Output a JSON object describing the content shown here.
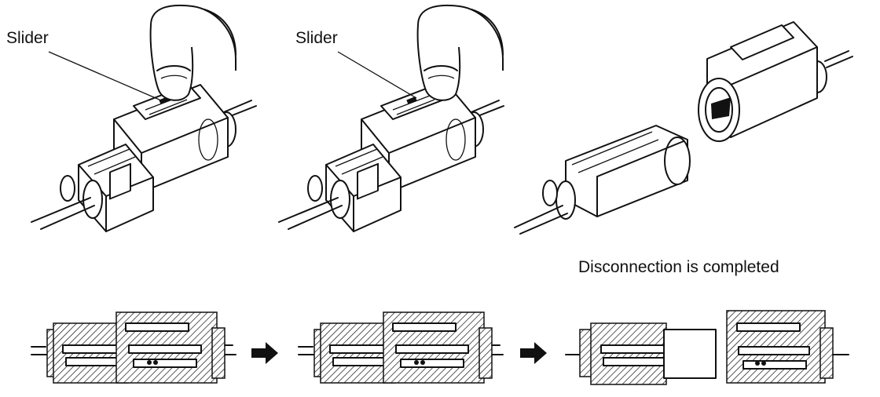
{
  "labels": {
    "slider_1": "Slider",
    "slider_2": "Slider",
    "disconnection": "Disconnection is completed"
  },
  "colors": {
    "ink": "#111111",
    "background": "#ffffff"
  },
  "icons": [
    "finger-icon",
    "arrow-right-icon"
  ]
}
